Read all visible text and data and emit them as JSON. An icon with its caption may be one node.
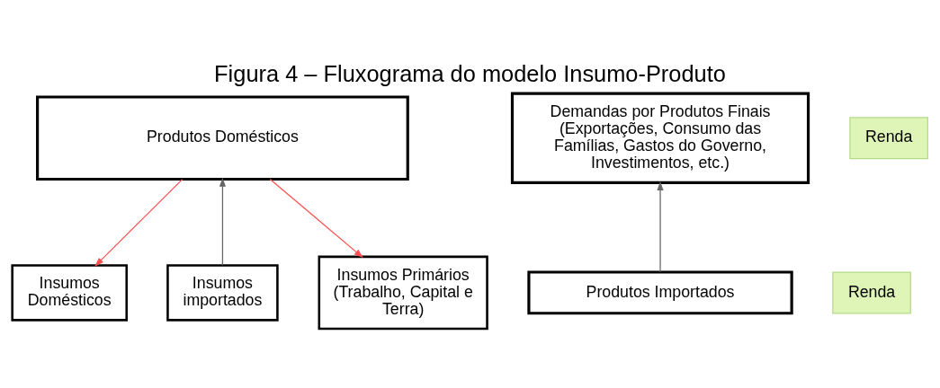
{
  "diagram": {
    "title": "Figura 4 – Fluxograma do modelo Insumo-Produto",
    "nodes": [
      {
        "text": [
          "Produtos Domésticos"
        ]
      },
      {
        "text": [
          "Demandas por Produtos Finais (Exportações, Consumo das Famílias, Gastos do Governo, Investimentos, etc.)"
        ]
      },
      {
        "text": [
          "Renda"
        ]
      },
      {
        "text": [
          "Insumos Domésticos"
        ]
      },
      {
        "text": [
          "Insumos importados"
        ]
      },
      {
        "text": [
          "Insumos Primários (Trabalho, Capital e Terra)"
        ]
      },
      {
        "text": [
          "Renda"
        ]
      },
      {
        "text": [
          "Produtos Importados"
        ]
      }
    ],
    "edges": [
      {
        "from": 0,
        "to": 3,
        "arrow": "to",
        "color": "#ff5050"
      },
      {
        "from": 4,
        "to": 0,
        "arrow": "to",
        "color": "#666666"
      },
      {
        "from": 0,
        "to": 5,
        "arrow": "to",
        "color": "#ff5050"
      },
      {
        "from": 7,
        "to": 1,
        "arrow": "to",
        "color": "#666666"
      }
    ]
  }
}
